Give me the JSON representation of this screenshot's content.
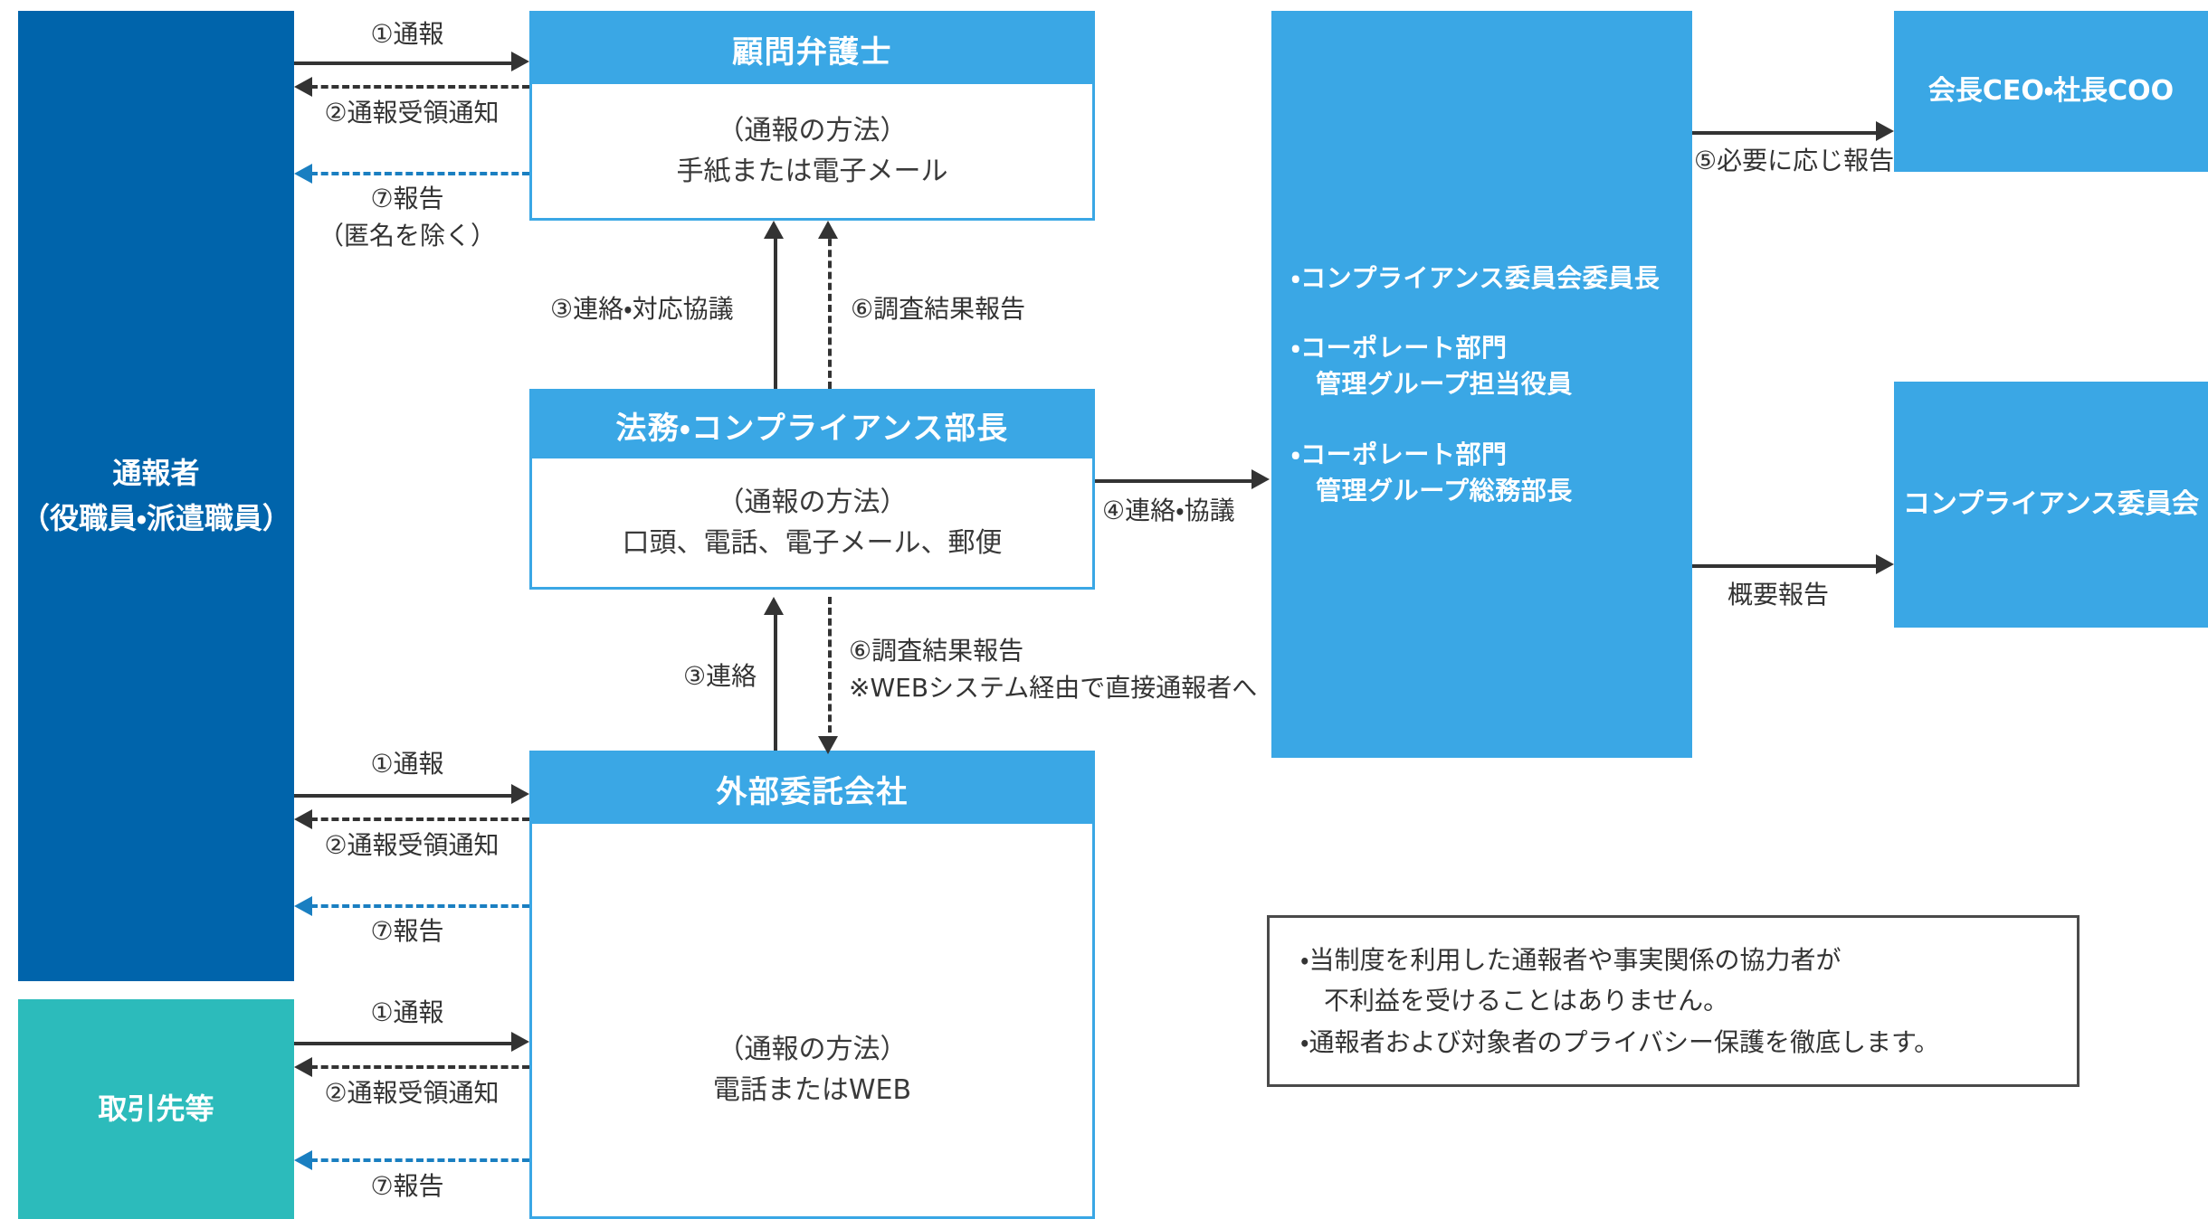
{
  "colors": {
    "navy": "#0064ab",
    "light_blue": "#3aa7e5",
    "teal": "#2cbbbb",
    "arrow_black": "#333333",
    "arrow_blue": "#1a7fc1",
    "note_border": "#4a4a4a"
  },
  "reporters": {
    "internal": {
      "line1": "通報者",
      "line2": "（役職員・派遣職員）"
    },
    "external": {
      "label": "取引先等"
    }
  },
  "channels": {
    "lawyer": {
      "title": "顧問弁護士",
      "method_heading": "（通報の方法）",
      "method_detail": "手紙または電子メール"
    },
    "legal_department": {
      "title": "法務・コンプライアンス部長",
      "method_heading": "（通報の方法）",
      "method_detail": "口頭、電話、電子メール、郵便"
    },
    "outsourced": {
      "title": "外部委託会社",
      "method_heading": "（通報の方法）",
      "method_detail": "電話またはWEB"
    }
  },
  "committee_members": [
    {
      "main": "コンプライアンス委員会委員長",
      "sub": ""
    },
    {
      "main": "コーポレート部門",
      "sub": "管理グループ担当役員"
    },
    {
      "main": "コーポレート部門",
      "sub": "管理グループ総務部長"
    }
  ],
  "executives": {
    "ceo_coo": "会長CEO・社長COO",
    "compliance_committee": "コンプライアンス委員会"
  },
  "flow_labels": {
    "report_1": "①通報",
    "receipt_2": "②通報受領通知",
    "result_7": "⑦報告",
    "result_7_anonymous_note": "（匿名を除く）",
    "contact_consult_3": "③連絡・対応協議",
    "investigation_result_6": "⑥調査結果報告",
    "contact_3": "③連絡",
    "investigation_result_6_web": "⑥調査結果報告",
    "web_note": "※WEBシステム経由で直接通報者へ",
    "contact_negotiate_4": "④連絡・協議",
    "report_as_needed_5": "⑤必要に応じ報告",
    "summary_report": "概要報告"
  },
  "note": {
    "line1": "・当制度を利用した通報者や事実関係の協力者が",
    "line2": "不利益を受けることはありません。",
    "line3": "・通報者および対象者のプライバシー保護を徹底します。"
  }
}
